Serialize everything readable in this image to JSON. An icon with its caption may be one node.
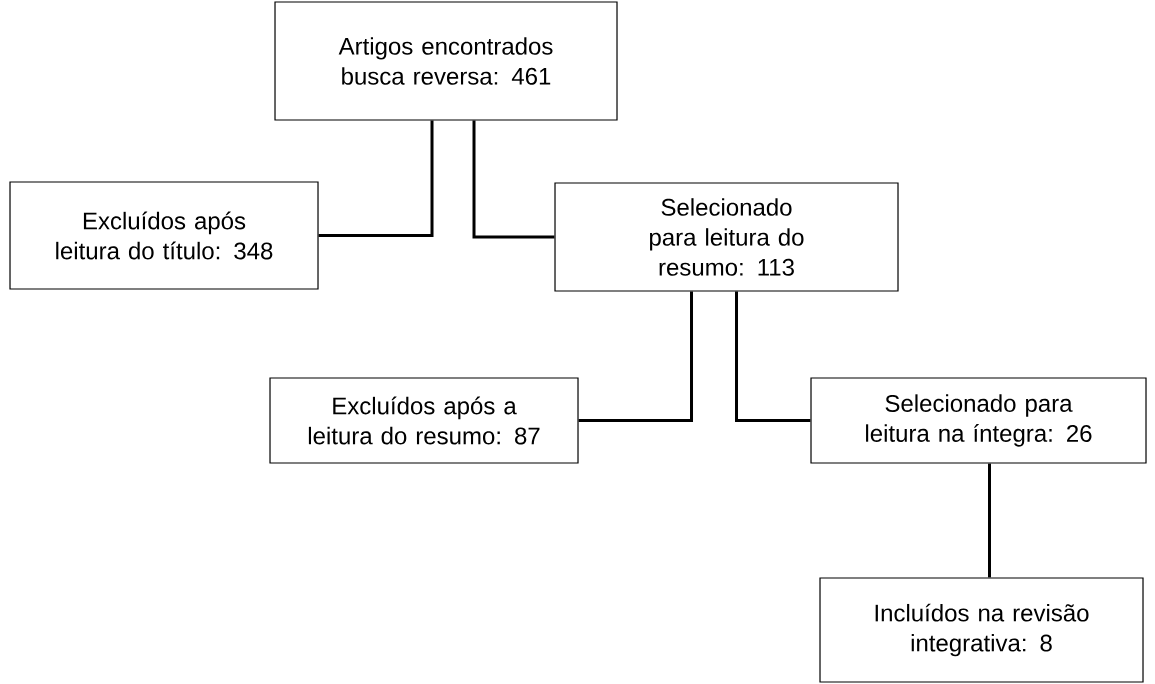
{
  "diagram": {
    "nodes": [
      {
        "text": [
          "Artigos encontrados busca reversa: 461"
        ]
      },
      {
        "text": [
          "Excluídos após leitura do título: 348"
        ]
      },
      {
        "text": [
          "Selecionado para leitura do resumo: 113"
        ]
      },
      {
        "text": [
          "Excluídos após a leitura do resumo: 87"
        ]
      },
      {
        "text": [
          "Selecionado para leitura na íntegra: 26"
        ]
      },
      {
        "text": [
          "Incluídos na revisão integrativa: 8"
        ]
      }
    ],
    "edges": [
      {
        "from": 0,
        "to": 1,
        "arrow": "none"
      },
      {
        "from": 0,
        "to": 2,
        "arrow": "none"
      },
      {
        "from": 2,
        "to": 3,
        "arrow": "none"
      },
      {
        "from": 2,
        "to": 4,
        "arrow": "none"
      },
      {
        "from": 4,
        "to": 5,
        "arrow": "none"
      }
    ]
  }
}
